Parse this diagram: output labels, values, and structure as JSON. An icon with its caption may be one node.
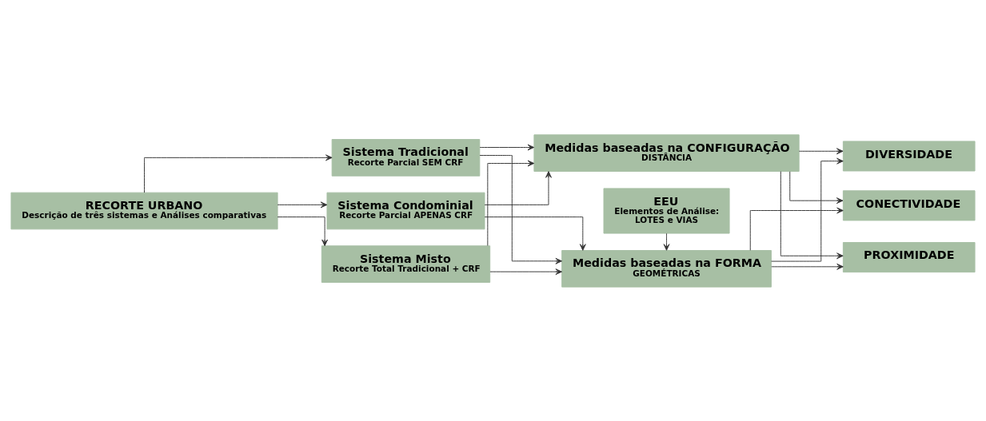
{
  "diagram": {
    "nodes": [
      {
        "text": [
          "RECORTE URBANO",
          "Descrição de três sistemas e Análises comparativas"
        ]
      },
      {
        "text": [
          "Sistema Tradicional",
          "Recorte Parcial SEM CRF"
        ]
      },
      {
        "text": [
          "Sistema Condominial",
          "Recorte Parcial APENAS CRF"
        ]
      },
      {
        "text": [
          "Sistema Misto",
          "Recorte Total Tradicional + CRF"
        ]
      },
      {
        "text": [
          "EEU",
          "Elementos de Análise:",
          "LOTES e VIAS"
        ]
      },
      {
        "text": [
          "Medidas baseadas na FORMA",
          "GEOMÉTRICAS"
        ]
      },
      {
        "text": [
          "Medidas baseadas na CONFIGURAÇÃO",
          "DISTÂNCIA"
        ]
      },
      {
        "text": [
          "DIVERSIDADE"
        ]
      },
      {
        "text": [
          "CONECTIVIDADE"
        ]
      },
      {
        "text": [
          "PROXIMIDADE"
        ]
      }
    ],
    "edges": [
      {
        "from": 0,
        "to": 1,
        "arrow": "to"
      },
      {
        "from": 0,
        "to": 2,
        "arrow": "to"
      },
      {
        "from": 0,
        "to": 3,
        "arrow": "to"
      },
      {
        "from": 1,
        "to": 5,
        "arrow": "to"
      },
      {
        "from": 2,
        "to": 5,
        "arrow": "to"
      },
      {
        "from": 3,
        "to": 5,
        "arrow": "to"
      },
      {
        "from": 1,
        "to": 6,
        "arrow": "to"
      },
      {
        "from": 2,
        "to": 6,
        "arrow": "to"
      },
      {
        "from": 3,
        "to": 6,
        "arrow": "to"
      },
      {
        "from": 4,
        "to": 5,
        "arrow": "to"
      },
      {
        "from": 5,
        "to": 7,
        "arrow": "to"
      },
      {
        "from": 5,
        "to": 8,
        "arrow": "to"
      },
      {
        "from": 5,
        "to": 9,
        "arrow": "to"
      },
      {
        "from": 6,
        "to": 7,
        "arrow": "to"
      },
      {
        "from": 6,
        "to": 8,
        "arrow": "to"
      },
      {
        "from": 6,
        "to": 9,
        "arrow": "to"
      }
    ]
  }
}
